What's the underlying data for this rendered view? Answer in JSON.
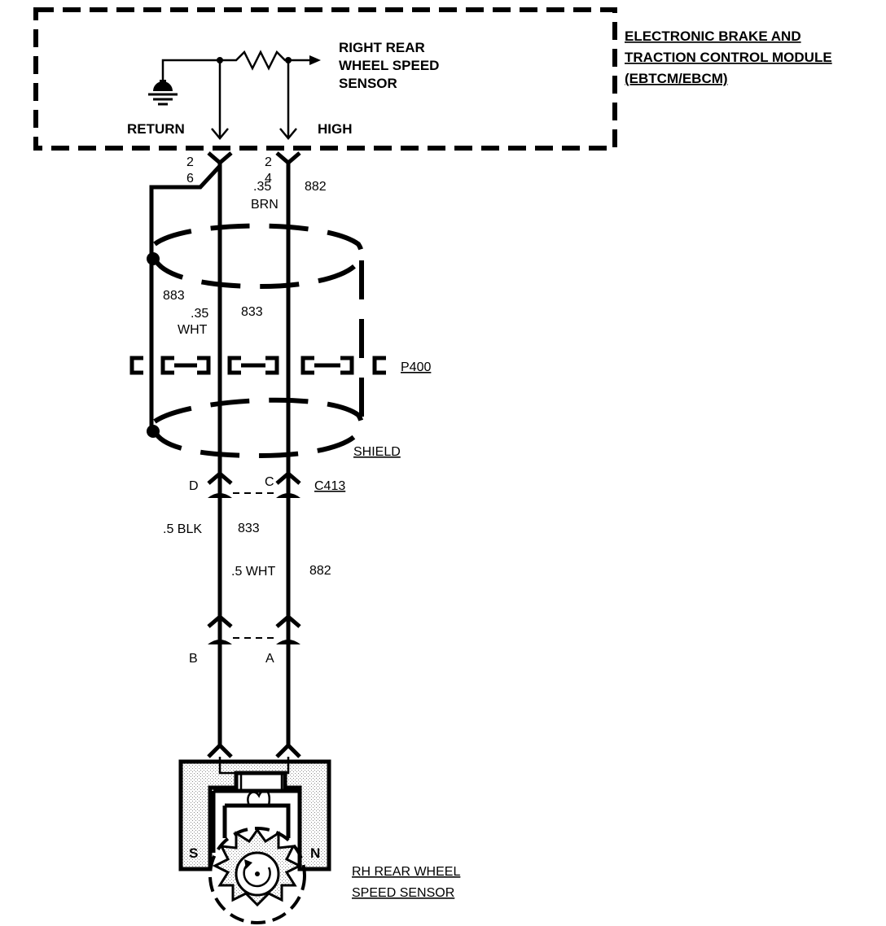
{
  "module": {
    "title_line1": "ELECTRONIC BRAKE AND",
    "title_line2": "TRACTION CONTROL MODULE",
    "title_line3": "(EBTCM/EBCM)",
    "sensor_line1": "RIGHT REAR",
    "sensor_line2": "WHEEL SPEED",
    "sensor_line3": "SENSOR",
    "return_label": "RETURN",
    "high_label": "HIGH"
  },
  "upper_wires": {
    "left_pin_top": "2",
    "left_pin_bottom": "6",
    "right_pin_top": "2",
    "right_pin_bottom": "4",
    "right_gauge": ".35",
    "right_color": "BRN",
    "right_circuit": "882",
    "drain_circuit": "883",
    "left_gauge": ".35",
    "left_color": "WHT",
    "left_circuit": "833"
  },
  "splice": {
    "label": "P400"
  },
  "shield": {
    "label": "SHIELD"
  },
  "connector_c413": {
    "label": "C413",
    "left_pin": "D",
    "right_pin": "C"
  },
  "lower_wires": {
    "left_spec": ".5 BLK",
    "left_circuit": "833",
    "right_spec": ".5 WHT",
    "right_circuit": "882"
  },
  "sensor_connector": {
    "left_pin": "B",
    "right_pin": "A"
  },
  "sensor": {
    "pole_s": "S",
    "pole_n": "N",
    "label_line1": "RH REAR  WHEEL",
    "label_line2": "SPEED SENSOR"
  }
}
